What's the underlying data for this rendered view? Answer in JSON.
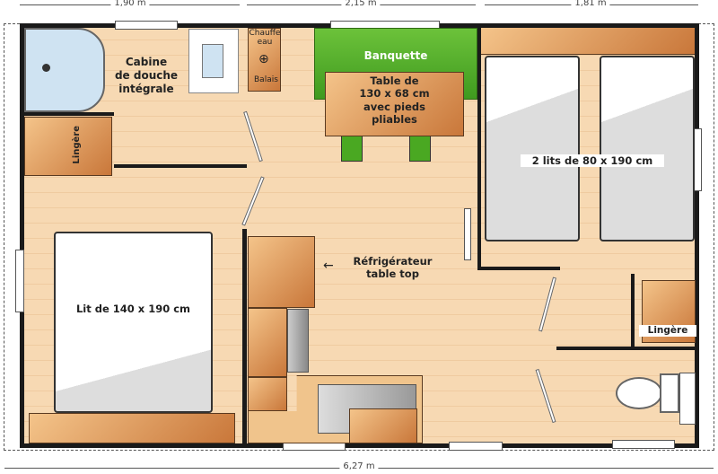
{
  "dimensions": {
    "top": [
      "1,90 m",
      "2,15 m",
      "1,81 m"
    ],
    "bottom": "6,27 m"
  },
  "labels": {
    "shower": "Cabine\nde douche\nintégrale",
    "water_heater": "Chauffe\neau",
    "broom": "Balais",
    "bench": "Banquette",
    "table": "Table de\n130 x 68 cm\navec pieds\npliables",
    "twin_beds": "2 lits de 80 x 190 cm",
    "linen_left": "Lingère",
    "linen_right": "Lingère",
    "double_bed": "Lit de 140 x 190 cm",
    "fridge": "Réfrigérateur\ntable top"
  },
  "colors": {
    "bench": "#5fb52a",
    "floor": "#f7d9b3",
    "shower": "#cfe3f2"
  }
}
